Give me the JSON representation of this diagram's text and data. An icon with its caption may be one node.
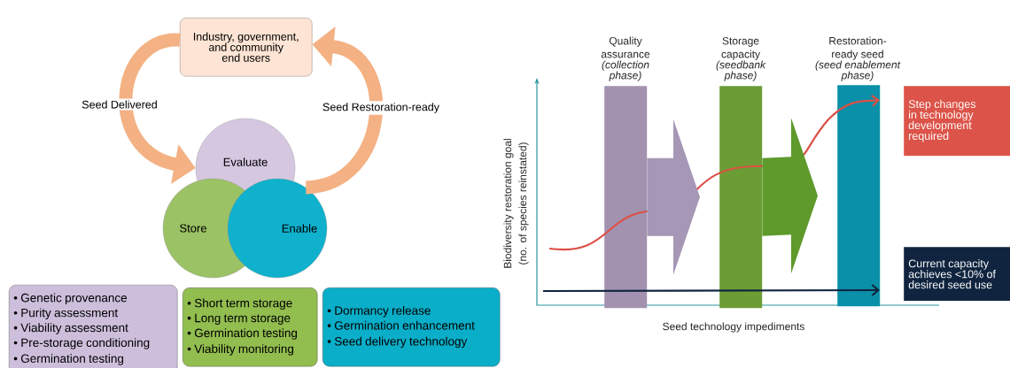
{
  "diagram": {
    "nodes": [
      {
        "text": [
          "Industry, government, and community end users"
        ]
      },
      {
        "text": [
          "Evaluate"
        ]
      },
      {
        "text": [
          "Store"
        ]
      },
      {
        "text": [
          "Enable"
        ]
      },
      {
        "text": [
          "• Genetic provenance",
          "• Purity assessment",
          "• Viability assessment",
          "• Pre-storage conditioning",
          "• Germination testing"
        ]
      },
      {
        "text": [
          "• Short term storage",
          "• Long term storage",
          "• Germination testing",
          "• Viability monitoring"
        ]
      },
      {
        "text": [
          "• Dormancy release",
          "• Germination enhancement",
          "• Seed delivery technology"
        ]
      },
      {
        "text": [
          "Quality assurance",
          "(collection phase)"
        ]
      },
      {
        "text": [
          "Storage capacity",
          "(seedbank phase)"
        ]
      },
      {
        "text": [
          "Restoration-ready seed",
          "(seed enablement phase)"
        ]
      },
      {
        "text": [
          "Step changes in technology development required"
        ]
      },
      {
        "text": [
          "Current capacity achieves <10% of desired seed use"
        ]
      }
    ],
    "edges": [
      {
        "from": 0,
        "to": 1,
        "arrow": "to",
        "label": "Seed Delivered"
      },
      {
        "from": 3,
        "to": 0,
        "arrow": "to",
        "label": "Seed Restoration-ready"
      },
      {
        "from": 7,
        "to": 8,
        "arrow": "to",
        "color": "#a597b5"
      },
      {
        "from": 8,
        "to": 9,
        "arrow": "to",
        "color": "#5e9a2c"
      }
    ],
    "labels": [
      "Biodiversity restoration goal",
      "(no. of species reinstated)",
      "Seed technology impediments"
    ]
  }
}
